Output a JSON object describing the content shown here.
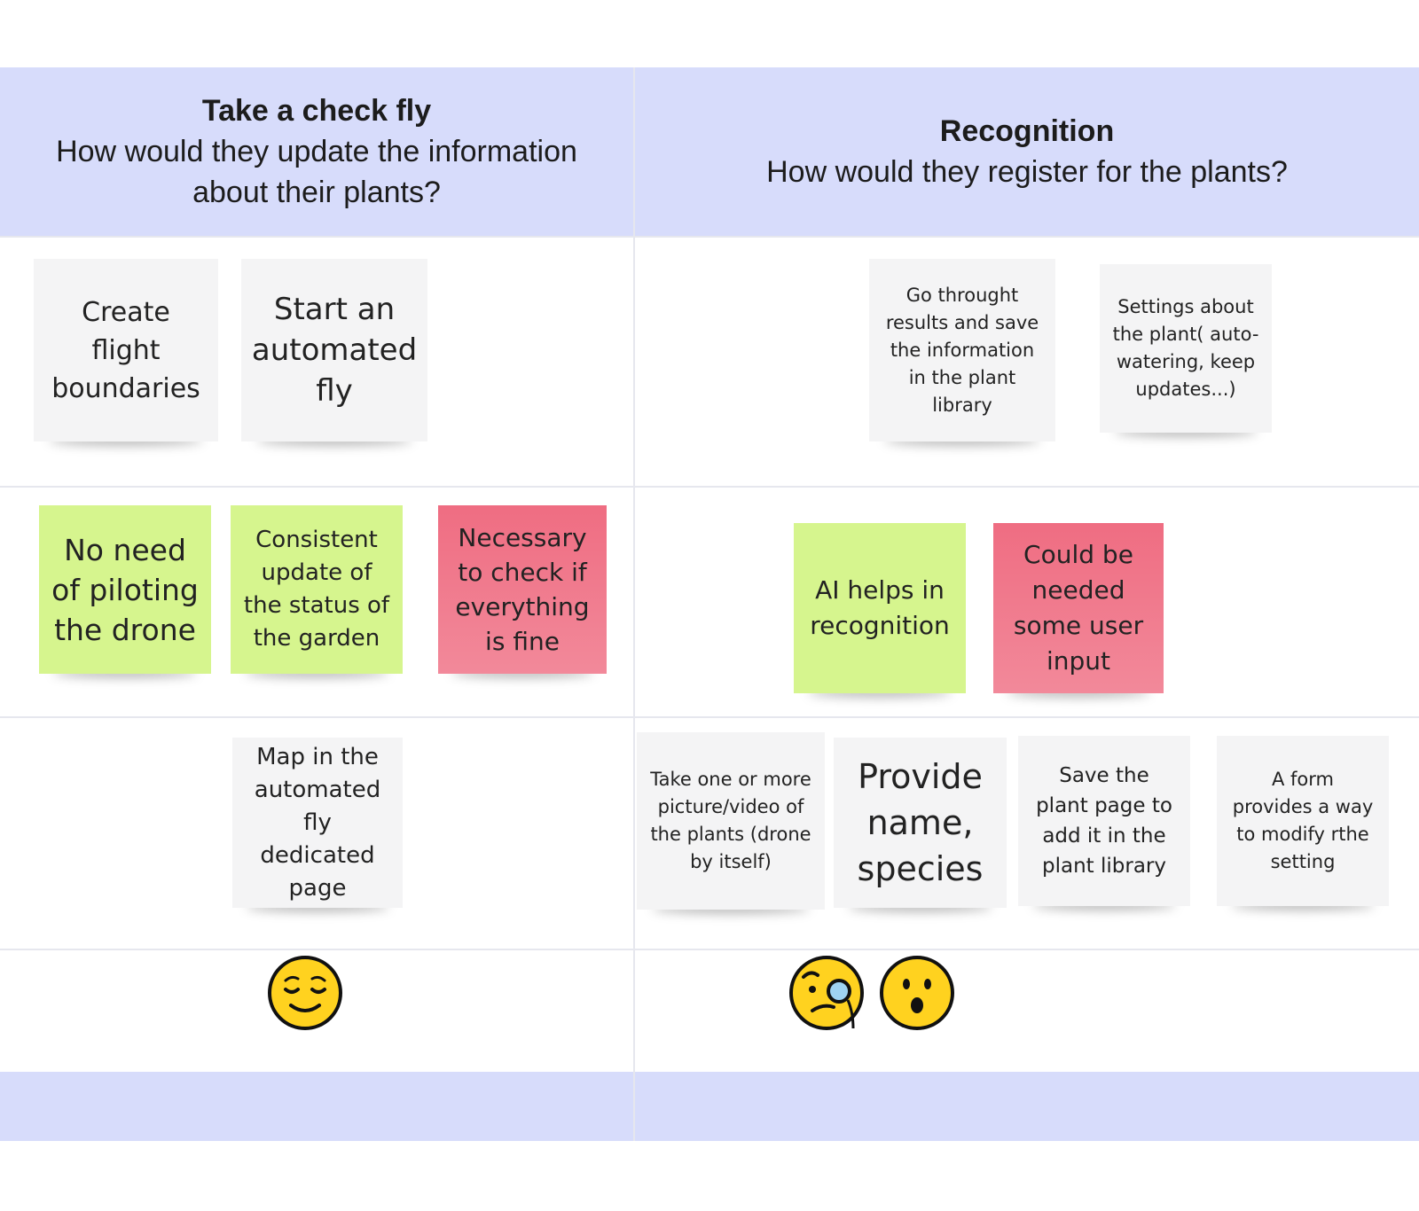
{
  "columns": [
    {
      "title": "Take a check fly",
      "subtitle": "How would they update the information about their plants?",
      "notes": [
        {
          "text": "Create flight boundaries",
          "color": "white"
        },
        {
          "text": "Start an automated fly",
          "color": "white"
        },
        {
          "text": "No need of piloting the drone",
          "color": "green"
        },
        {
          "text": "Consistent update of the status of the garden",
          "color": "green"
        },
        {
          "text": "Necessary to check if everything is fine",
          "color": "red"
        },
        {
          "text": "Map in the automated fly dedicated page",
          "color": "white"
        }
      ],
      "emojis": [
        "relieved-face"
      ]
    },
    {
      "title": "Recognition",
      "subtitle": "How would they register for the plants?",
      "notes": [
        {
          "text": "Go throught results and save the information in the plant library",
          "color": "white"
        },
        {
          "text": "Settings about the plant( auto-watering, keep updates...)",
          "color": "white"
        },
        {
          "text": "AI helps in recognition",
          "color": "green"
        },
        {
          "text": "Could be needed some user input",
          "color": "red"
        },
        {
          "text": "Take one or more picture/video of the plants (drone by itself)",
          "color": "white"
        },
        {
          "text": "Provide name, species",
          "color": "white"
        },
        {
          "text": "Save the plant page to add it in the plant library",
          "color": "white"
        },
        {
          "text": "A form provides a way to modify rthe setting",
          "color": "white"
        }
      ],
      "emojis": [
        "face-with-monocle",
        "hushed-face"
      ]
    }
  ],
  "colors": {
    "header_bg": "#d7dcfb",
    "note_white": "#f4f4f5",
    "note_green": "#d6f58e",
    "note_red": "#ef6d82",
    "emoji_yellow": "#ffd21f"
  }
}
